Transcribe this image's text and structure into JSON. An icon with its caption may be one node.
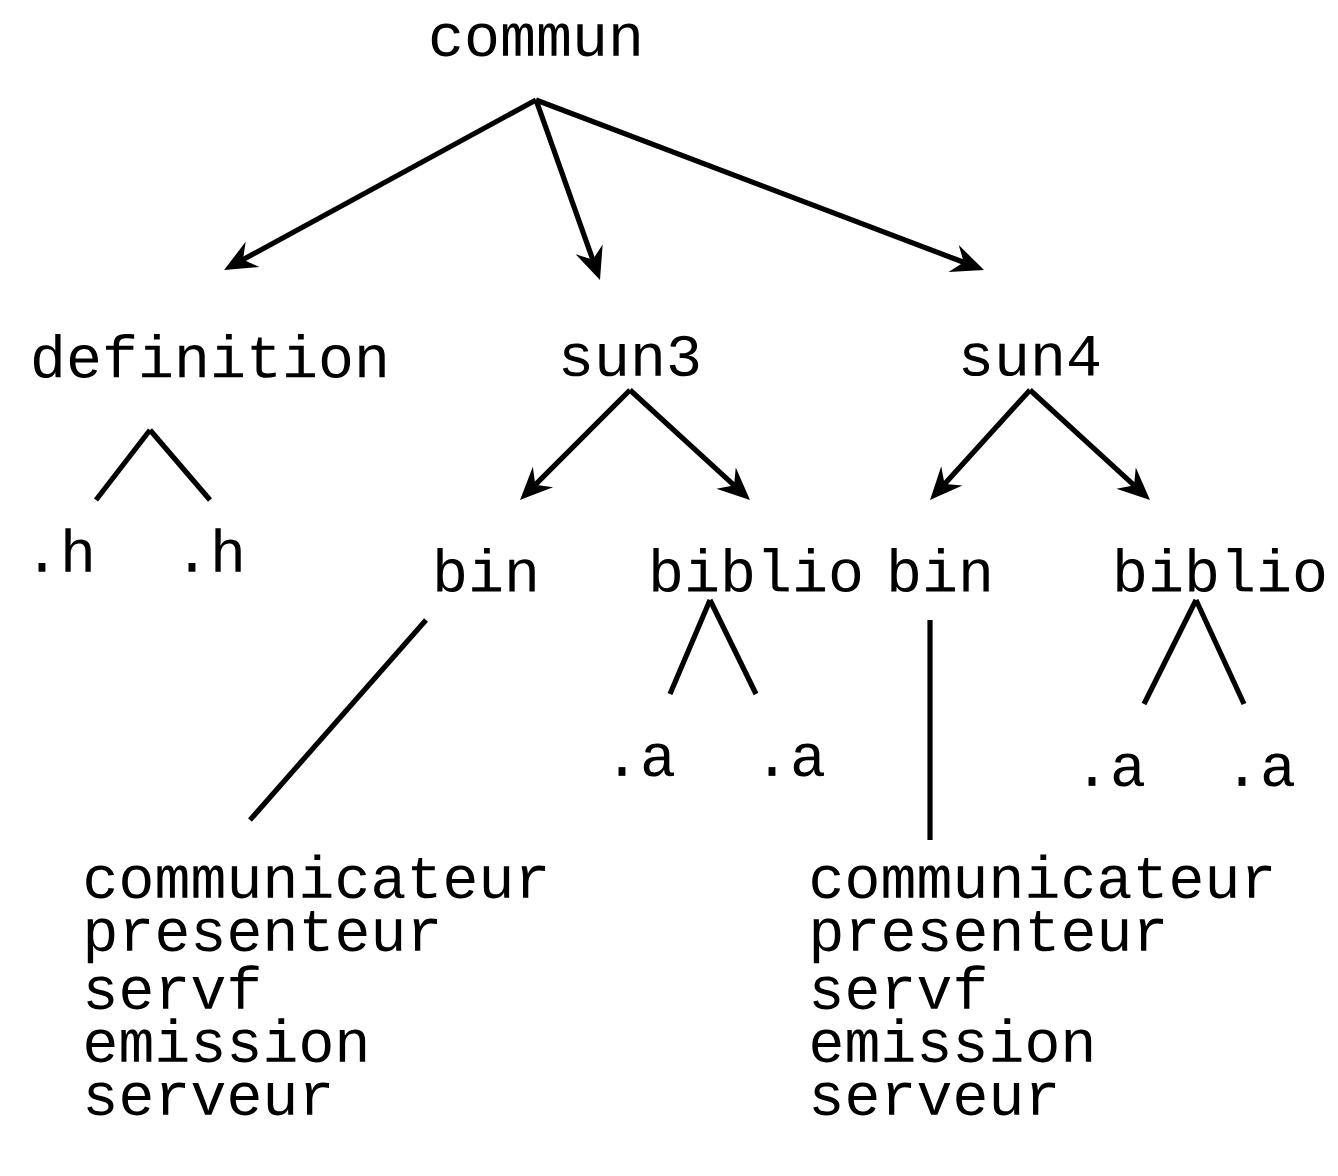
{
  "diagram": {
    "nodes": [
      {
        "text": [
          "commun"
        ]
      },
      {
        "text": [
          "definition"
        ]
      },
      {
        "text": [
          "sun3"
        ]
      },
      {
        "text": [
          "sun4"
        ]
      },
      {
        "text": [
          ".h"
        ]
      },
      {
        "text": [
          ".h"
        ]
      },
      {
        "text": [
          "bin"
        ]
      },
      {
        "text": [
          "biblio"
        ]
      },
      {
        "text": [
          "bin"
        ]
      },
      {
        "text": [
          "biblio"
        ]
      },
      {
        "text": [
          ".a"
        ]
      },
      {
        "text": [
          ".a"
        ]
      },
      {
        "text": [
          ".a"
        ]
      },
      {
        "text": [
          ".a"
        ]
      },
      {
        "text": [
          "communicateur",
          "presenteur",
          "servf",
          "emission",
          "serveur"
        ]
      },
      {
        "text": [
          "communicateur",
          "presenteur",
          "servf",
          "emission",
          "serveur"
        ]
      }
    ],
    "edges": [
      {
        "from": 0,
        "to": 1,
        "arrow": "to"
      },
      {
        "from": 0,
        "to": 2,
        "arrow": "to"
      },
      {
        "from": 0,
        "to": 3,
        "arrow": "to"
      },
      {
        "from": 1,
        "to": 4,
        "arrow": "none"
      },
      {
        "from": 1,
        "to": 5,
        "arrow": "none"
      },
      {
        "from": 2,
        "to": 6,
        "arrow": "to"
      },
      {
        "from": 2,
        "to": 7,
        "arrow": "to"
      },
      {
        "from": 3,
        "to": 8,
        "arrow": "to"
      },
      {
        "from": 3,
        "to": 9,
        "arrow": "to"
      },
      {
        "from": 7,
        "to": 10,
        "arrow": "none"
      },
      {
        "from": 7,
        "to": 11,
        "arrow": "none"
      },
      {
        "from": 9,
        "to": 12,
        "arrow": "none"
      },
      {
        "from": 9,
        "to": 13,
        "arrow": "none"
      },
      {
        "from": 6,
        "to": 14,
        "arrow": "none"
      },
      {
        "from": 8,
        "to": 15,
        "arrow": "none"
      }
    ]
  }
}
